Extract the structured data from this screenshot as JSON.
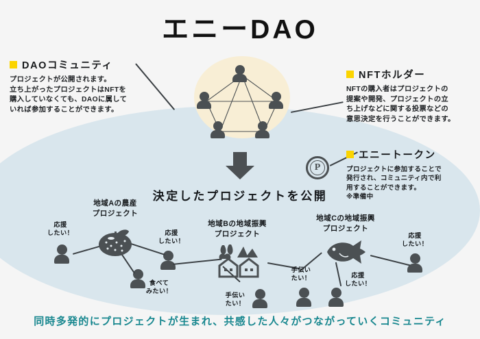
{
  "title": "エニーDAO",
  "colors": {
    "background": "#f5f5f5",
    "blue_ellipse": "#d9e6ed",
    "cream_ellipse": "#f8eed5",
    "accent_yellow": "#fbd400",
    "icon_gray": "#4b5053",
    "caption_teal": "#18878f",
    "text_dark": "#15181b"
  },
  "callouts": {
    "dao": {
      "heading": "DAOコミュニティ",
      "body": "プロジェクトが公開されます。\n立ち上がったプロジェクトはNFTを\n購入していなくても、DAOに属して\nいれば参加することができます。",
      "marker": "yellow-square"
    },
    "nft": {
      "heading": "NFTホルダー",
      "body": "NFTの購入者はプロジェクトの\n提案や開発、プロジェクトの立\nち上げなどに関する投票などの\n意思決定を行うことができます。",
      "marker": "yellow-square"
    },
    "token": {
      "heading": "エニートークン",
      "body": "プロジェクトに参加することで\n発行され、コミュニティ内で利\n用することができます。\n※準備中",
      "marker": "yellow-square"
    }
  },
  "center": {
    "arrow": "down-arrow",
    "headline": "決定したプロジェクトを公開",
    "token_coin_label": "P"
  },
  "network": {
    "node_count": 5,
    "node_icon": "person-icon"
  },
  "projects": [
    {
      "id": "project-a",
      "title": "地域Aの農産\nプロジェクト",
      "icon": "fruit-icon",
      "supporters": [
        {
          "text": "応援\nしたい！"
        },
        {
          "text": "応援\nしたい！"
        },
        {
          "text": "食べて\nみたい！"
        }
      ]
    },
    {
      "id": "project-b",
      "title": "地域Bの地域振興\nプロジェクト",
      "icon": "village-houses-icon",
      "supporters": [
        {
          "text": "手伝い\nたい！"
        },
        {
          "text": "手伝い\nたい！"
        }
      ]
    },
    {
      "id": "project-c",
      "title": "地域Cの地域振興\nプロジェクト",
      "icon": "fish-icon",
      "supporters": [
        {
          "text": "応援\nしたい！"
        },
        {
          "text": "応援\nしたい！"
        }
      ]
    }
  ],
  "caption": "同時多発的にプロジェクトが生まれ、共感した人々がつながっていくコミュニティ"
}
